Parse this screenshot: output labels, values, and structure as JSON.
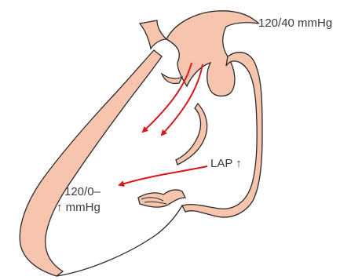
{
  "labels": {
    "aortic_pressure": "120/40 mmHg",
    "left_atrial_pressure": "LAP ↑",
    "lv_pressure_line1": "120/0–",
    "lv_pressure_line2": "↑ mmHg"
  },
  "colors": {
    "tissue_fill": "#f7c4ad",
    "tissue_stroke": "#2b2b2b",
    "arrow": "#d7191c",
    "text": "#3a3a3a"
  }
}
